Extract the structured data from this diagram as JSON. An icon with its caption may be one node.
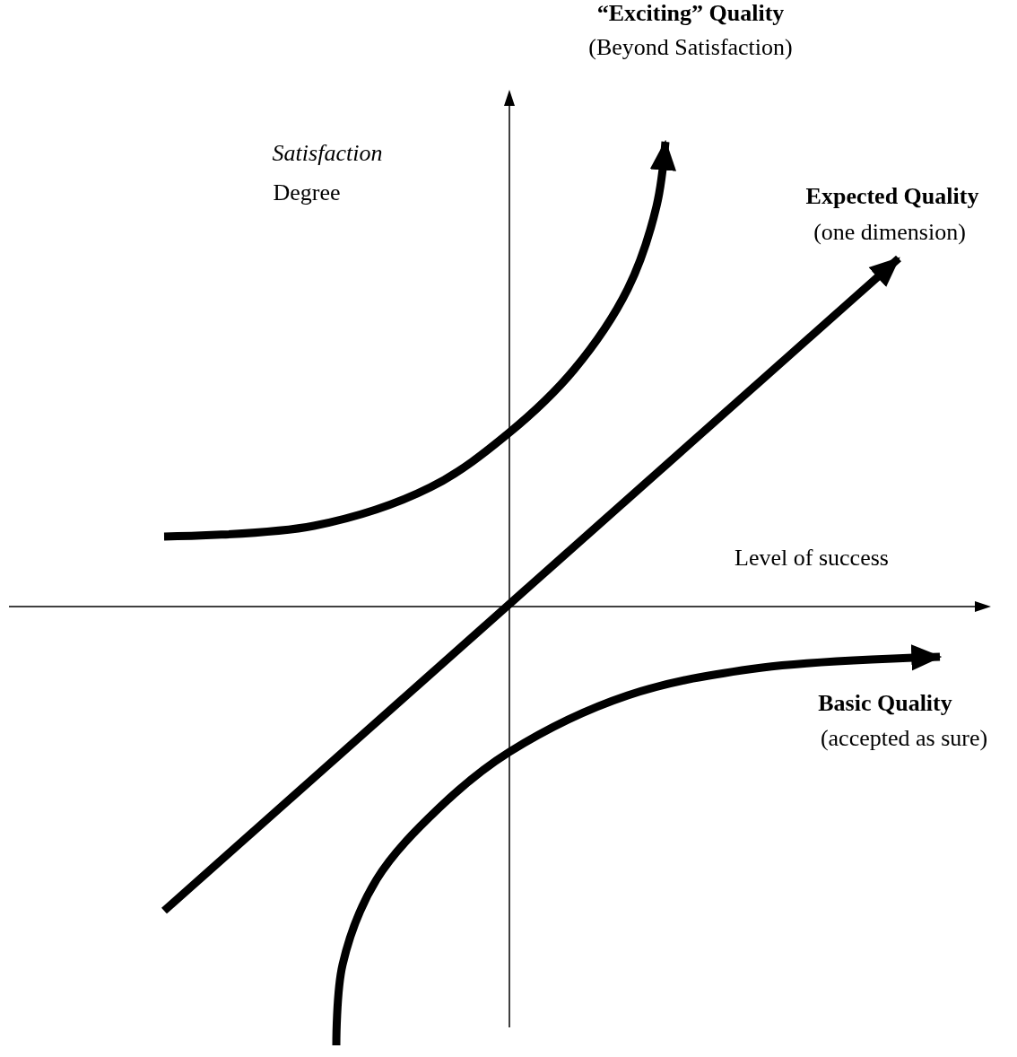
{
  "diagram": {
    "labels": [
      "“Exciting” Quality",
      "(Beyond Satisfaction)",
      "Satisfaction",
      "Degree",
      "Expected Quality",
      "(one dimension)",
      "Level of success",
      "Basic Quality",
      "(accepted as sure)"
    ]
  }
}
